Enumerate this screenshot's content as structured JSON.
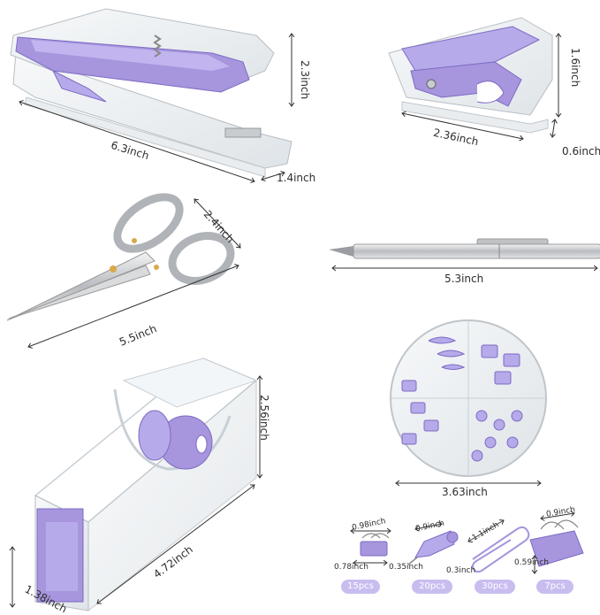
{
  "colors": {
    "lavender": "#9b8ad8",
    "lavender_light": "#c9bdf0",
    "lavender_dark": "#7d6bc4",
    "acrylic": "#e8ecef",
    "metal": "#c7c9cc",
    "line": "#333333"
  },
  "stapler": {
    "length": "6.3inch",
    "height": "2.3inch",
    "width": "1.4inch"
  },
  "remover": {
    "length": "2.36inch",
    "height": "1.6inch",
    "width": "0.6inch"
  },
  "scissors": {
    "width": "2.4inch",
    "length": "5.5inch"
  },
  "pen": {
    "length": "5.3inch"
  },
  "tape": {
    "height": "2.56inch",
    "length": "4.72inch",
    "width": "1.38inch"
  },
  "container": {
    "diameter": "3.63inch"
  },
  "items": [
    {
      "name": "binder-clip",
      "dim_top": "0.98inch",
      "dim_side": "0.78inch",
      "count": "15pcs"
    },
    {
      "name": "push-pin",
      "dim_top": "0.9inch",
      "dim_side": "0.35inch",
      "count": "20pcs"
    },
    {
      "name": "paper-clip",
      "dim_top": "1.1inch",
      "dim_side": "0.3inch",
      "count": "30pcs"
    },
    {
      "name": "large-binder-clip",
      "dim_top": "0.9inch",
      "dim_side": "0.59inch",
      "count": "7pcs"
    }
  ]
}
